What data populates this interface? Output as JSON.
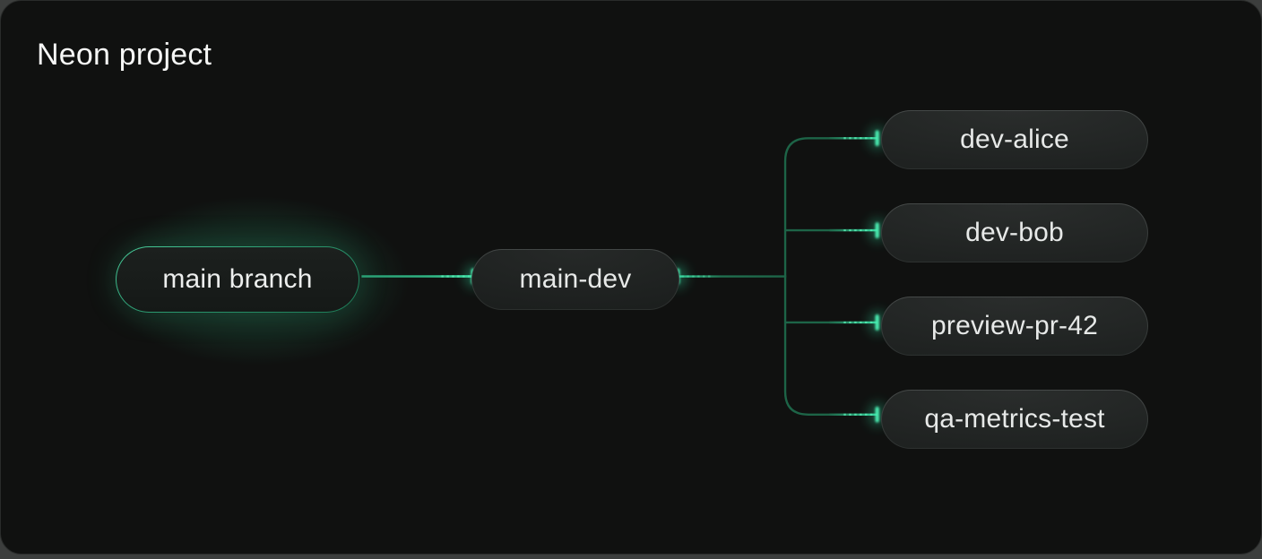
{
  "header": {
    "title": "Neon project"
  },
  "diagram": {
    "nodes": {
      "root": {
        "label": "main branch",
        "highlighted": true
      },
      "mid": {
        "label": "main-dev"
      },
      "leaves": [
        {
          "label": "dev-alice"
        },
        {
          "label": "dev-bob"
        },
        {
          "label": "preview-pr-42"
        },
        {
          "label": "qa-metrics-test"
        }
      ]
    },
    "edges": [
      {
        "from": "main branch",
        "to": "main-dev"
      },
      {
        "from": "main-dev",
        "to": "dev-alice"
      },
      {
        "from": "main-dev",
        "to": "dev-bob"
      },
      {
        "from": "main-dev",
        "to": "preview-pr-42"
      },
      {
        "from": "main-dev",
        "to": "qa-metrics-test"
      }
    ],
    "colors": {
      "card_background": "#101110",
      "page_background": "#3c3e3d",
      "edge_dark_green": "#1d6447",
      "edge_bright_green": "#34c795",
      "glow_teal": "#47e9ae",
      "root_border_green": "#3ecf9b",
      "node_border_gray": "#3d4140",
      "text_title": "#f6f7f6",
      "text_label": "#e7e9e8"
    }
  }
}
